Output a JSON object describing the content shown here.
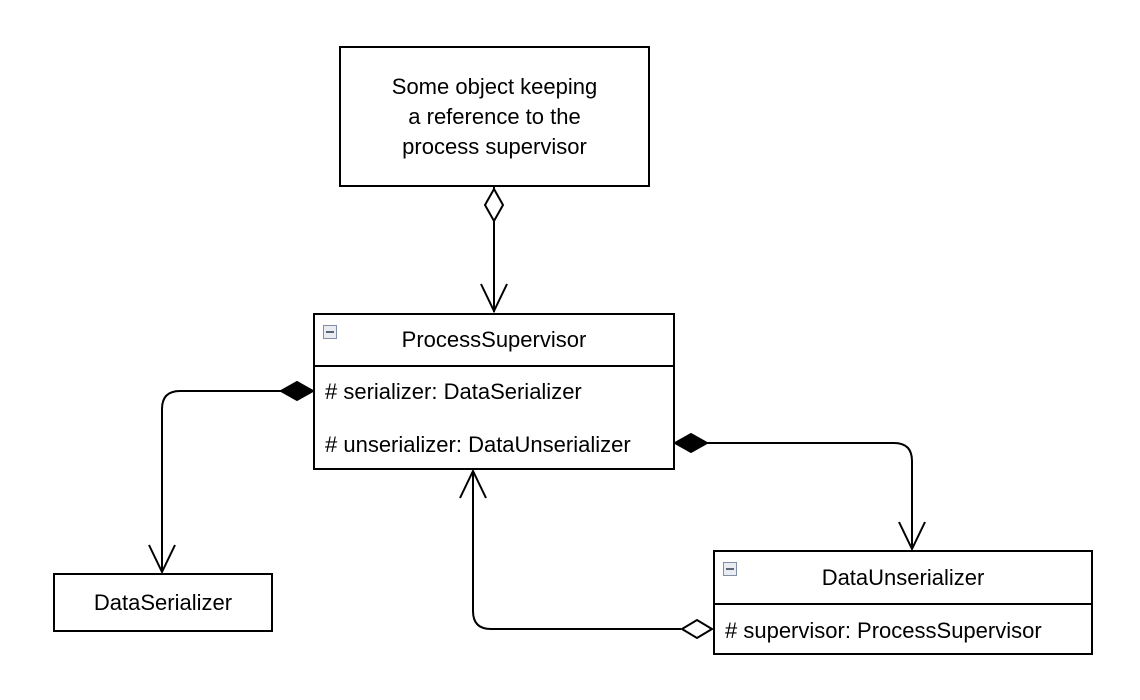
{
  "note": {
    "lines": [
      "Some object keeping",
      "a reference to the",
      "process supervisor"
    ]
  },
  "process_supervisor": {
    "name": "ProcessSupervisor",
    "attributes": [
      "# serializer: DataSerializer",
      "# unserializer: DataUnserializer"
    ]
  },
  "data_unserializer": {
    "name": "DataUnserializer",
    "attributes": [
      "# supervisor: ProcessSupervisor"
    ]
  },
  "data_serializer": {
    "name": "DataSerializer"
  }
}
